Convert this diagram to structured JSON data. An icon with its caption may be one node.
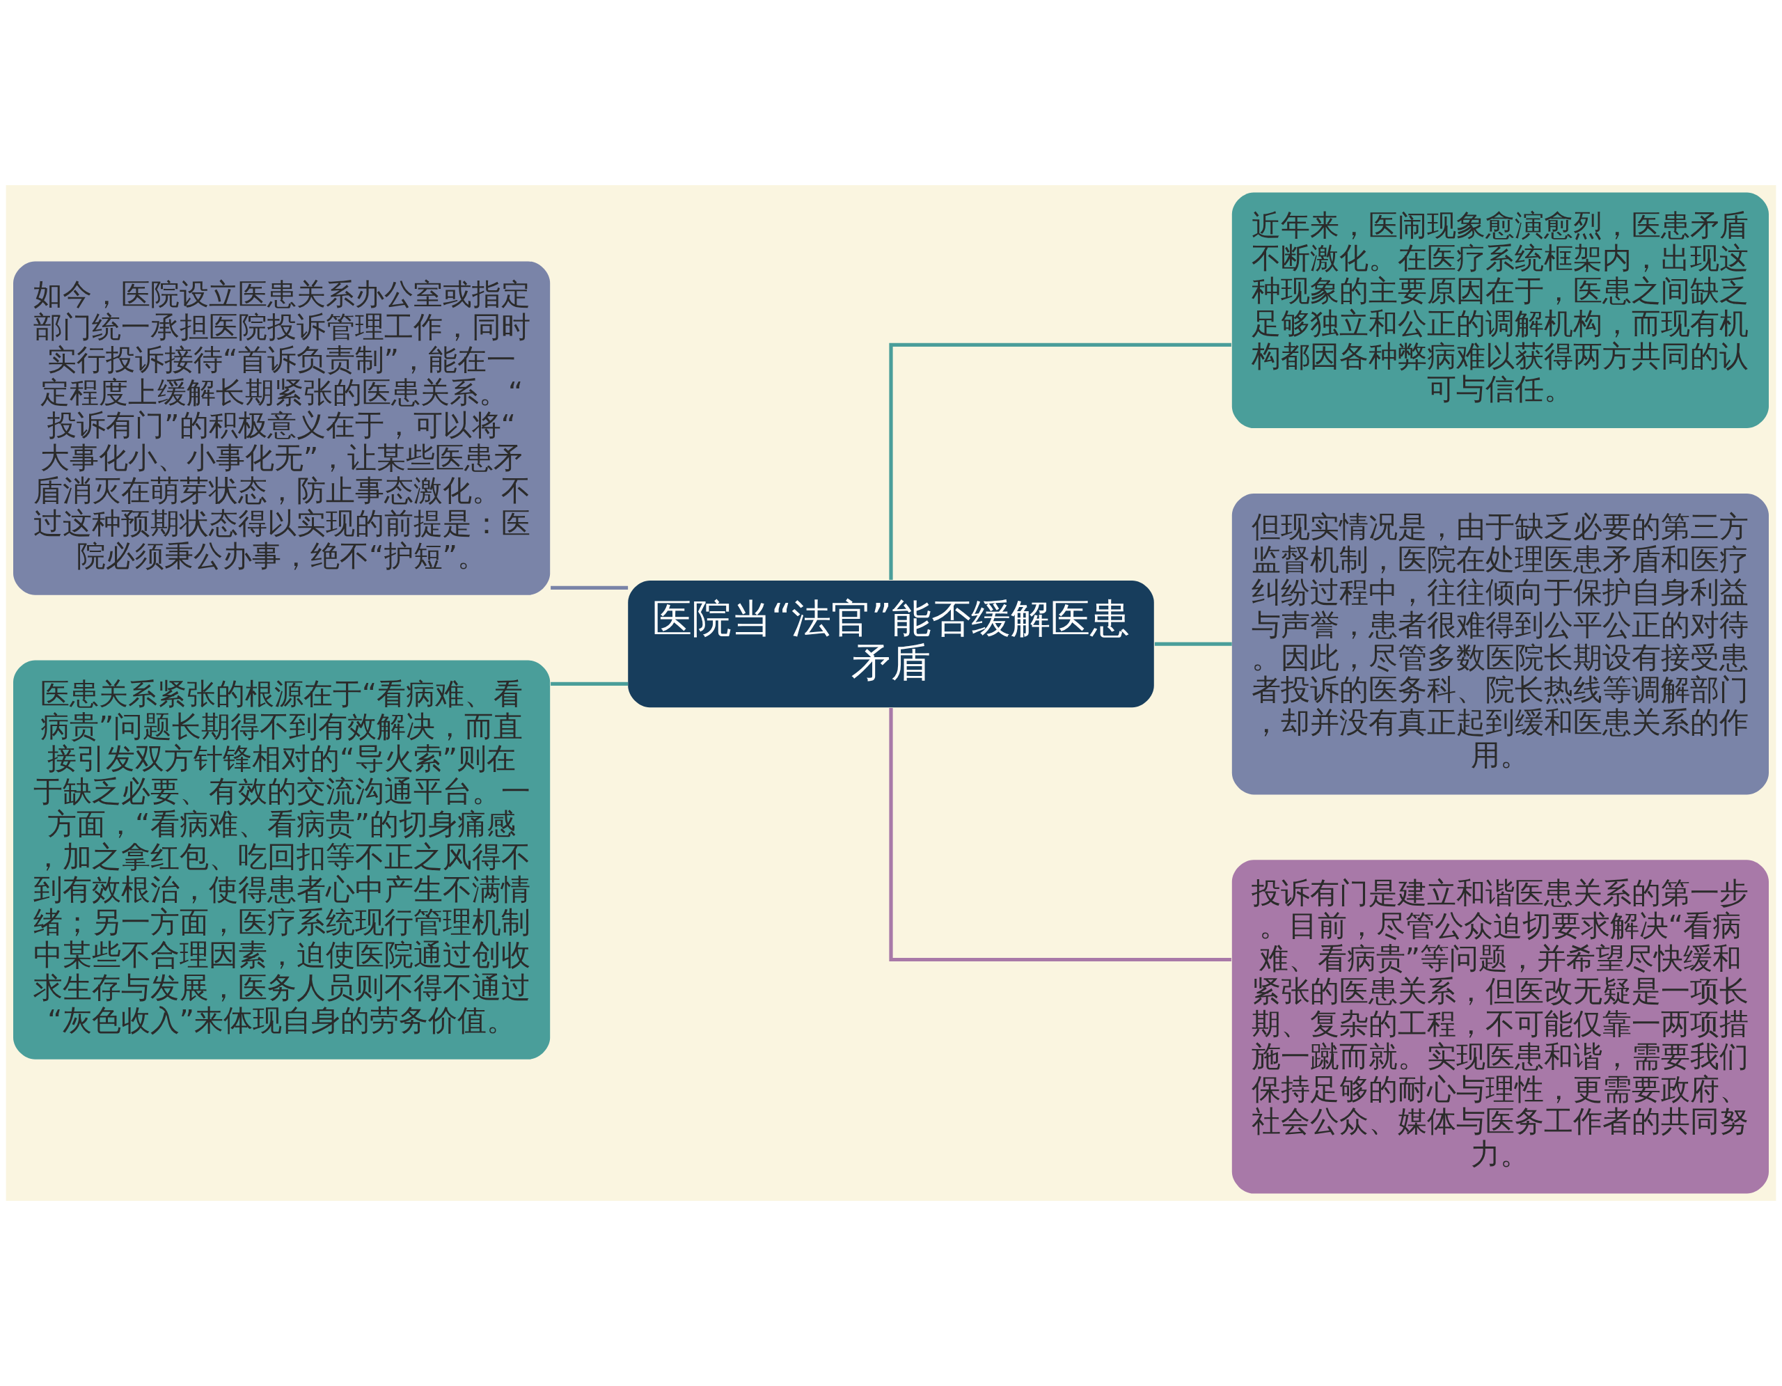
{
  "diagram": {
    "nodes": [
      {
        "text": [
          "医院当“法官”能否缓解医患矛盾"
        ]
      },
      {
        "text": [
          "如今，医院设立医患关系办公室或指定部门统一承担医院投诉管理工作，同时实行投诉接待“首诉负责制”，能在一定程度上缓解长期紧张的医患关系。“投诉有门”的积极意义在于，可以将“大事化小、小事化无”，让某些医患矛盾消灭在萌芽状态，防止事态激化。不过这种预期状态得以实现的前提是：医院必须秉公办事，绝不“护短”。"
        ]
      },
      {
        "text": [
          "医患关系紧张的根源在于“看病难、看病贵”问题长期得不到有效解决，而直接引发双方针锋相对的“导火索”则在于缺乏必要、有效的交流沟通平台。一方面，“看病难、看病贵”的切身痛感，加之拿红包、吃回扣等不正之风得不到有效根治，使得患者心中产生不满情绪；另一方面，医疗系统现行管理机制中某些不合理因素，迫使医院通过创收求生存与发展，医务人员则不得不通过“灰色收入”来体现自身的劳务价值。"
        ]
      },
      {
        "text": [
          "近年来，医闹现象愈演愈烈，医患矛盾不断激化。在医疗系统框架内，出现这种现象的主要原因在于，医患之间缺乏足够独立和公正的调解机构，而现有机构都因各种弊病难以获得两方共同的认可与信任。"
        ]
      },
      {
        "text": [
          "但现实情况是，由于缺乏必要的第三方监督机制，医院在处理医患矛盾和医疗纠纷过程中，往往倾向于保护自身利益与声誉，患者很难得到公平公正的对待。因此，尽管多数医院长期设有接受患者投诉的医务科、院长热线等调解部门，却并没有真正起到缓和医患关系的作用。"
        ]
      },
      {
        "text": [
          "投诉有门是建立和谐医患关系的第一步。目前，尽管公众迫切要求解决“看病难、看病贵”等问题，并希望尽快缓和紧张的医患关系，但医改无疑是一项长期、复杂的工程，不可能仅靠一两项措施一蹴而就。实现医患和谐，需要我们保持足够的耐心与理性，更需要政府、社会公众、媒体与医务工作者的共同努力。"
        ]
      }
    ],
    "edges": [
      {
        "from": 0,
        "to": 1,
        "arrow": "none",
        "color": "#7a84a8"
      },
      {
        "from": 0,
        "to": 2,
        "arrow": "none",
        "color": "#4a9e9a"
      },
      {
        "from": 0,
        "to": 3,
        "arrow": "none",
        "color": "#4a9e9a"
      },
      {
        "from": 0,
        "to": 4,
        "arrow": "none",
        "color": "#4a9e9a"
      },
      {
        "from": 0,
        "to": 5,
        "arrow": "none",
        "color": "#a879a8"
      }
    ]
  }
}
